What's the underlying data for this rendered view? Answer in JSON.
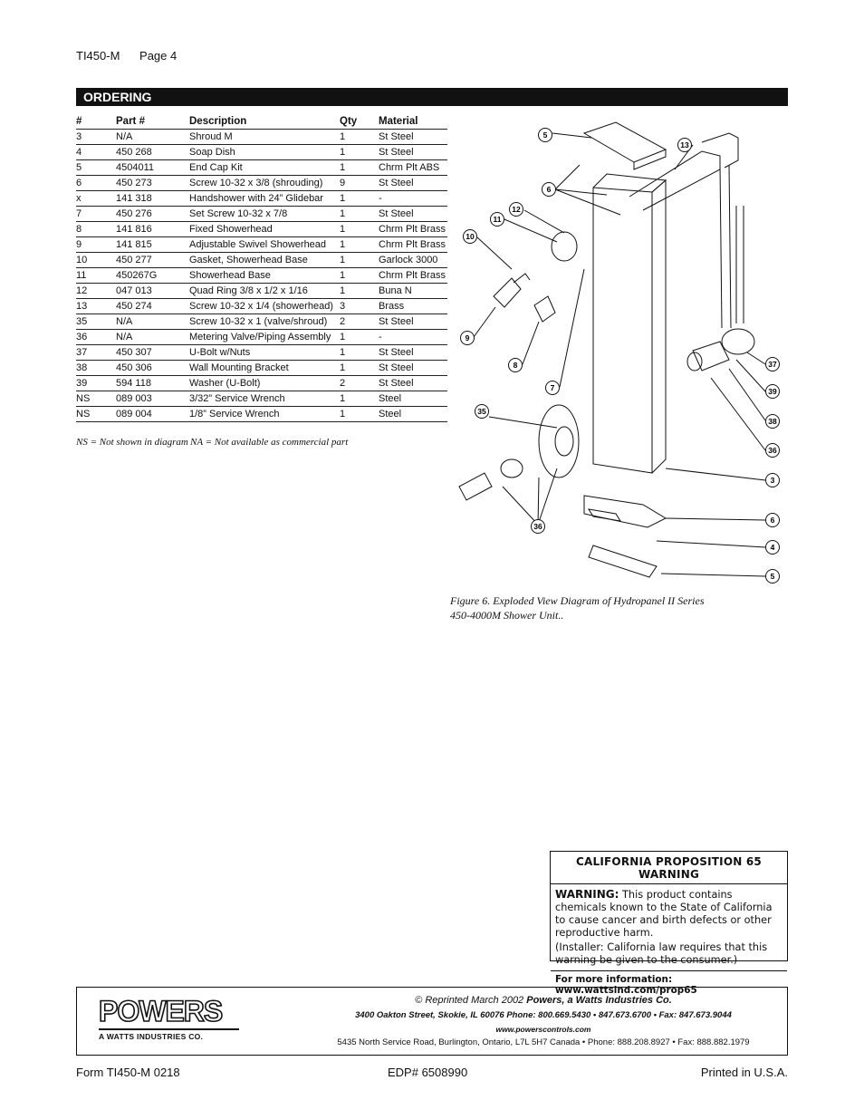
{
  "header": {
    "doc": "TI450-M",
    "page": "Page 4"
  },
  "section_title": "ORDERING",
  "table": {
    "columns": [
      "#",
      "Part #",
      "Description",
      "Qty",
      "Material"
    ],
    "rows": [
      [
        "3",
        "N/A",
        "Shroud M",
        "1",
        "St Steel"
      ],
      [
        "4",
        "450 268",
        "Soap Dish",
        "1",
        "St Steel"
      ],
      [
        "5",
        "4504011",
        "End Cap Kit",
        "1",
        "Chrm Plt ABS"
      ],
      [
        "6",
        "450 273",
        "Screw 10-32 x 3/8 (shrouding)",
        "9",
        "St Steel"
      ],
      [
        "x",
        "141 318",
        "Handshower with 24” Glidebar",
        "1",
        "-"
      ],
      [
        "7",
        "450 276",
        "Set Screw 10-32 x 7/8",
        "1",
        "St Steel"
      ],
      [
        "8",
        "141 816",
        "Fixed Showerhead",
        "1",
        "Chrm Plt Brass"
      ],
      [
        "9",
        "141 815",
        "Adjustable Swivel Showerhead",
        "1",
        "Chrm Plt Brass"
      ],
      [
        "10",
        "450 277",
        "Gasket, Showerhead Base",
        "1",
        "Garlock 3000"
      ],
      [
        "11",
        "450267G",
        "Showerhead Base",
        "1",
        "Chrm Plt Brass"
      ],
      [
        "12",
        "047 013",
        "Quad Ring 3/8 x 1/2 x 1/16",
        "1",
        "Buna N"
      ],
      [
        "13",
        "450 274",
        "Screw 10-32 x 1/4 (showerhead)",
        "3",
        "Brass"
      ],
      [
        "35",
        "N/A",
        "Screw 10-32 x 1 (valve/shroud)",
        "2",
        "St Steel"
      ],
      [
        "36",
        "N/A",
        "Metering Valve/Piping Assembly",
        "1",
        "-"
      ],
      [
        "37",
        "450 307",
        "U-Bolt w/Nuts",
        "1",
        "St Steel"
      ],
      [
        "38",
        "450 306",
        "Wall Mounting Bracket",
        "1",
        "St Steel"
      ],
      [
        "39",
        "594 118",
        "Washer (U-Bolt)",
        "2",
        "St Steel"
      ],
      [
        "NS",
        "089 003",
        "3/32” Service Wrench",
        "1",
        "Steel"
      ],
      [
        "NS",
        "089 004",
        "1/8” Service Wrench",
        "1",
        "Steel"
      ]
    ]
  },
  "notes": {
    "ns": "NS = Not shown in diagram",
    "na": "NA = Not available as commercial part"
  },
  "diagram_callouts": [
    "5",
    "13",
    "6",
    "12",
    "11",
    "10",
    "9",
    "8",
    "7",
    "37",
    "39",
    "38",
    "36",
    "35",
    "3",
    "6",
    "4",
    "5",
    "36"
  ],
  "figure_caption": "Figure 6. Exploded View Diagram of Hydropanel II Series 450-4000M Shower Unit..",
  "prop65": {
    "title": "CALIFORNIA PROPOSITION 65 WARNING",
    "warning_label": "WARNING:",
    "warning_text": "This product contains chemicals known to the State of California to cause cancer and birth defects or other reproductive harm.",
    "installer_text": "(Installer: California law requires that this warning be given to the consumer.)",
    "more_info": "For more information: www.wattsind.com/prop65"
  },
  "footer": {
    "logo_word": "POWERS",
    "logo_sub": "A WATTS INDUSTRIES CO.",
    "reprint_prefix": "© Reprinted March 2002",
    "reprint_company": "Powers, a Watts Industries Co.",
    "address_us": "3400 Oakton Street, Skokie, IL 60076 Phone: 800.669.5430 • 847.673.6700 • Fax: 847.673.9044",
    "website": "www.powerscontrols.com",
    "address_ca": "5435 North Service Road, Burlington, Ontario, L7L 5H7 Canada • Phone: 888.208.8927 • Fax: 888.882.1979"
  },
  "bottom": {
    "form": "Form TI450-M 0218",
    "edp": "EDP# 6508990",
    "printed": "Printed in U.S.A."
  }
}
